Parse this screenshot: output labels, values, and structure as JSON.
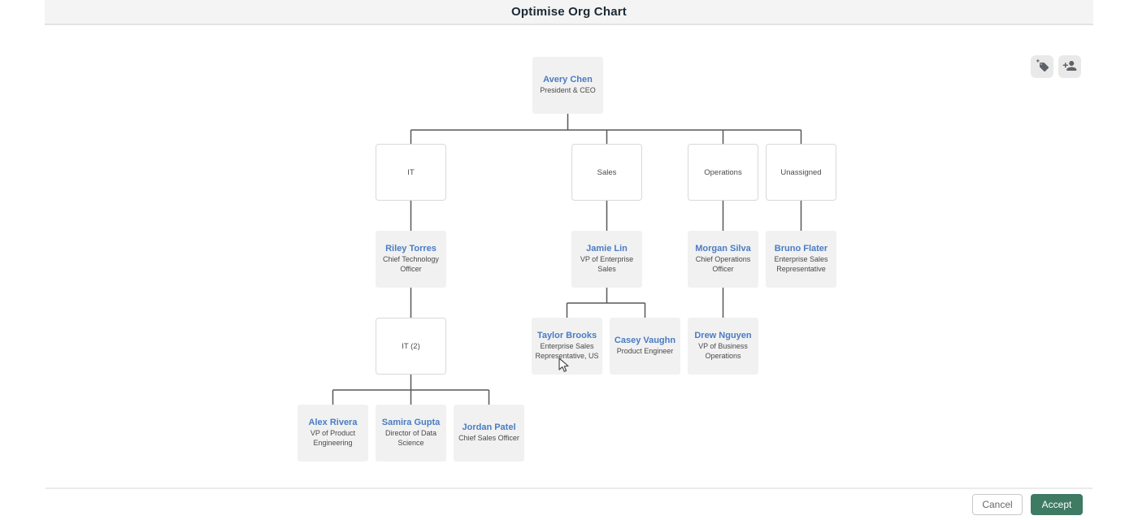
{
  "header": {
    "title": "Optimise Org Chart"
  },
  "toolbar": {
    "icons": [
      {
        "name": "tag-plus-icon"
      },
      {
        "name": "person-plus-icon"
      }
    ]
  },
  "org": {
    "nodes": [
      {
        "type": "person",
        "name": "Avery Chen",
        "title": "President & CEO",
        "parent": null
      },
      {
        "type": "department",
        "label": "IT",
        "parent": "Avery Chen"
      },
      {
        "type": "department",
        "label": "Sales",
        "parent": "Avery Chen"
      },
      {
        "type": "department",
        "label": "Operations",
        "parent": "Avery Chen"
      },
      {
        "type": "department",
        "label": "Unassigned",
        "parent": "Avery Chen"
      },
      {
        "type": "person",
        "name": "Riley Torres",
        "title": "Chief Technology Officer",
        "parent": "IT"
      },
      {
        "type": "person",
        "name": "Jamie Lin",
        "title": "VP of Enterprise Sales",
        "parent": "Sales"
      },
      {
        "type": "person",
        "name": "Morgan Silva",
        "title": "Chief Operations Officer",
        "parent": "Operations"
      },
      {
        "type": "person",
        "name": "Bruno Flater",
        "title": "Enterprise Sales Representative",
        "parent": "Unassigned"
      },
      {
        "type": "department",
        "label": "IT (2)",
        "parent": "Riley Torres"
      },
      {
        "type": "person",
        "name": "Taylor Brooks",
        "title": "Enterprise Sales Representative, US",
        "parent": "Jamie Lin"
      },
      {
        "type": "person",
        "name": "Casey Vaughn",
        "title": "Product Engineer",
        "parent": "Jamie Lin"
      },
      {
        "type": "person",
        "name": "Drew Nguyen",
        "title": "VP of Business Operations",
        "parent": "Morgan Silva"
      },
      {
        "type": "person",
        "name": "Alex Rivera",
        "title": "VP of Product Engineering",
        "parent": "IT (2)"
      },
      {
        "type": "person",
        "name": "Samira Gupta",
        "title": "Director of Data Science",
        "parent": "IT (2)"
      },
      {
        "type": "person",
        "name": "Jordan Patel",
        "title": "Chief Sales Officer",
        "parent": "IT (2)"
      }
    ]
  },
  "footer": {
    "cancel_label": "Cancel",
    "accept_label": "Accept"
  },
  "colors": {
    "accent_green": "#3f7a63",
    "name_blue": "#4a7cc2",
    "header_bg": "#f4f4f4"
  }
}
